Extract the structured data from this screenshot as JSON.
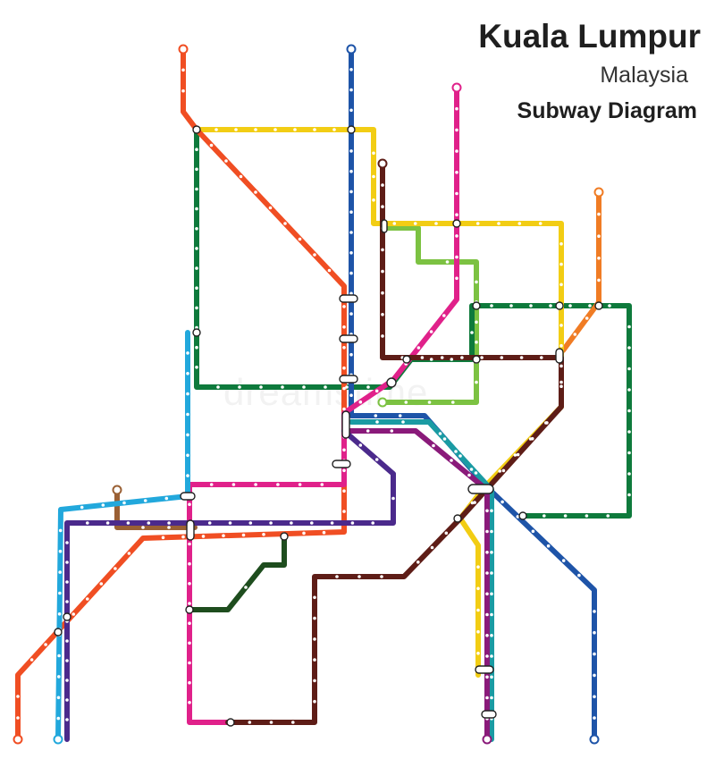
{
  "header": {
    "city": "Kuala Lumpur",
    "country": "Malaysia",
    "caption": "Subway Diagram"
  },
  "watermark": "dreamstime",
  "lines": [
    {
      "name": "red",
      "color": "#f04e23"
    },
    {
      "name": "yellow",
      "color": "#f2cd14"
    },
    {
      "name": "blue",
      "color": "#1e54a8"
    },
    {
      "name": "magenta",
      "color": "#e0218a"
    },
    {
      "name": "green",
      "color": "#0e7a3c"
    },
    {
      "name": "dark-green",
      "color": "#1e4d1e"
    },
    {
      "name": "lime",
      "color": "#7cc242"
    },
    {
      "name": "orange",
      "color": "#f07c24"
    },
    {
      "name": "brown",
      "color": "#5e1d17"
    },
    {
      "name": "cyan",
      "color": "#22a8dc"
    },
    {
      "name": "teal",
      "color": "#1a9ba3"
    },
    {
      "name": "purple",
      "color": "#4b2a8c"
    },
    {
      "name": "violet",
      "color": "#8a1a7a"
    },
    {
      "name": "light-brown",
      "color": "#9a6034"
    }
  ]
}
